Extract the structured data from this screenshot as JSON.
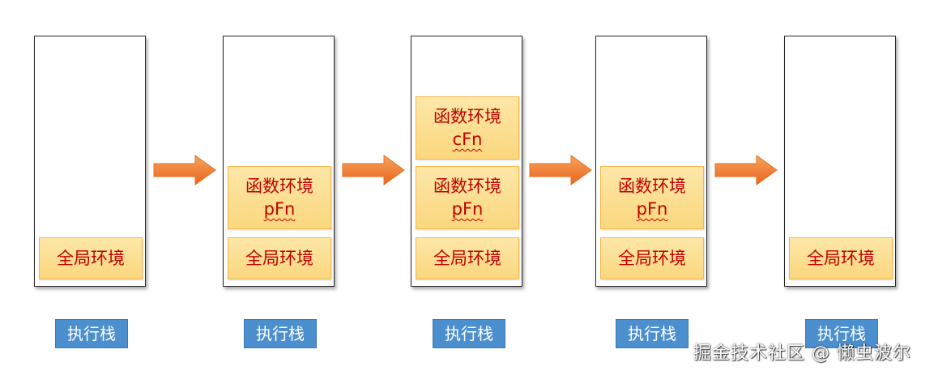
{
  "stage_label": "执行栈",
  "global_env": "全局环境",
  "func_env_title": "函数环境",
  "pfn": "pFn",
  "cfn": "cFn",
  "watermark": "掘金技术社区 @ 懒虫波尔",
  "colors": {
    "frame_fill": "#fbd77e",
    "frame_border": "#f4b84a",
    "frame_text": "#c00000",
    "label_fill": "#4c8fce",
    "arrow": "#f0782c"
  }
}
